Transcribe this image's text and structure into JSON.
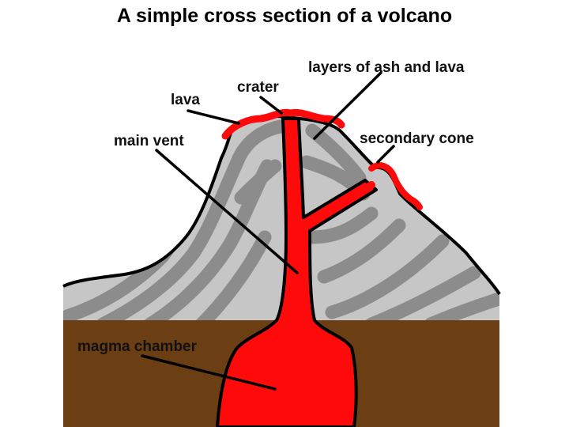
{
  "title": "A simple cross section of a volcano",
  "labels": {
    "layers": "layers of ash and lava",
    "crater": "crater",
    "lava": "lava",
    "main_vent": "main vent",
    "secondary_cone": "secondary cone",
    "magma_chamber": "magma chamber"
  },
  "colors": {
    "ground": "#6b3e14",
    "rock_light": "#c6c6c6",
    "rock_dark": "#8c8c8c",
    "magma": "#ff0a0a",
    "outline": "#000000",
    "background": "#ffffff"
  }
}
